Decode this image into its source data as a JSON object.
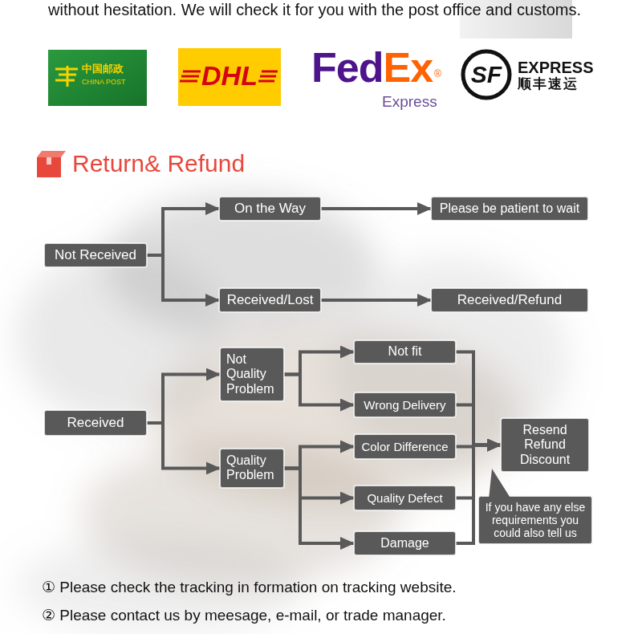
{
  "diagram": {
    "title": "Return& Refund",
    "nodes": [
      {
        "text": [
          "Not Received"
        ]
      },
      {
        "text": [
          "On the Way"
        ]
      },
      {
        "text": [
          "Please be patient to wait"
        ]
      },
      {
        "text": [
          "Received/Lost"
        ]
      },
      {
        "text": [
          "Received/Refund"
        ]
      },
      {
        "text": [
          "Received"
        ]
      },
      {
        "text": [
          "Not Quality Problem"
        ]
      },
      {
        "text": [
          "Not fit"
        ]
      },
      {
        "text": [
          "Wrong Delivery"
        ]
      },
      {
        "text": [
          "Quality Problem"
        ]
      },
      {
        "text": [
          "Color Difference"
        ]
      },
      {
        "text": [
          "Quality Defect"
        ]
      },
      {
        "text": [
          "Damage"
        ]
      },
      {
        "text": [
          "Resend Refund Discount"
        ]
      },
      {
        "text": [
          "If you have any else requirements you could also tell us"
        ]
      }
    ],
    "edges": [
      {
        "from": 0,
        "to": 1,
        "arrow": "to"
      },
      {
        "from": 0,
        "to": 3,
        "arrow": "to"
      },
      {
        "from": 1,
        "to": 2,
        "arrow": "to"
      },
      {
        "from": 3,
        "to": 4,
        "arrow": "to"
      },
      {
        "from": 5,
        "to": 6,
        "arrow": "to"
      },
      {
        "from": 5,
        "to": 9,
        "arrow": "to"
      },
      {
        "from": 6,
        "to": 7,
        "arrow": "to"
      },
      {
        "from": 6,
        "to": 8,
        "arrow": "to"
      },
      {
        "from": 9,
        "to": 10,
        "arrow": "to"
      },
      {
        "from": 9,
        "to": 11,
        "arrow": "to"
      },
      {
        "from": 9,
        "to": 12,
        "arrow": "to"
      },
      {
        "from": 7,
        "to": 13,
        "arrow": "to"
      },
      {
        "from": 8,
        "to": 13,
        "arrow": "to"
      },
      {
        "from": 10,
        "to": 13,
        "arrow": "to"
      },
      {
        "from": 11,
        "to": 13,
        "arrow": "to"
      },
      {
        "from": 12,
        "to": 13,
        "arrow": "to"
      }
    ],
    "labels": [
      "without hesitation. We will check it for you with the post office and customs.",
      "中国邮政",
      "CHINA POST",
      "DHL",
      "Fed",
      "Ex",
      "®",
      "Express",
      "SF",
      "EXPRESS",
      "顺丰速运",
      "① Please check the tracking in formation on tracking website.",
      "② Please contact us by meesage, e-mail, or trade manager."
    ]
  }
}
